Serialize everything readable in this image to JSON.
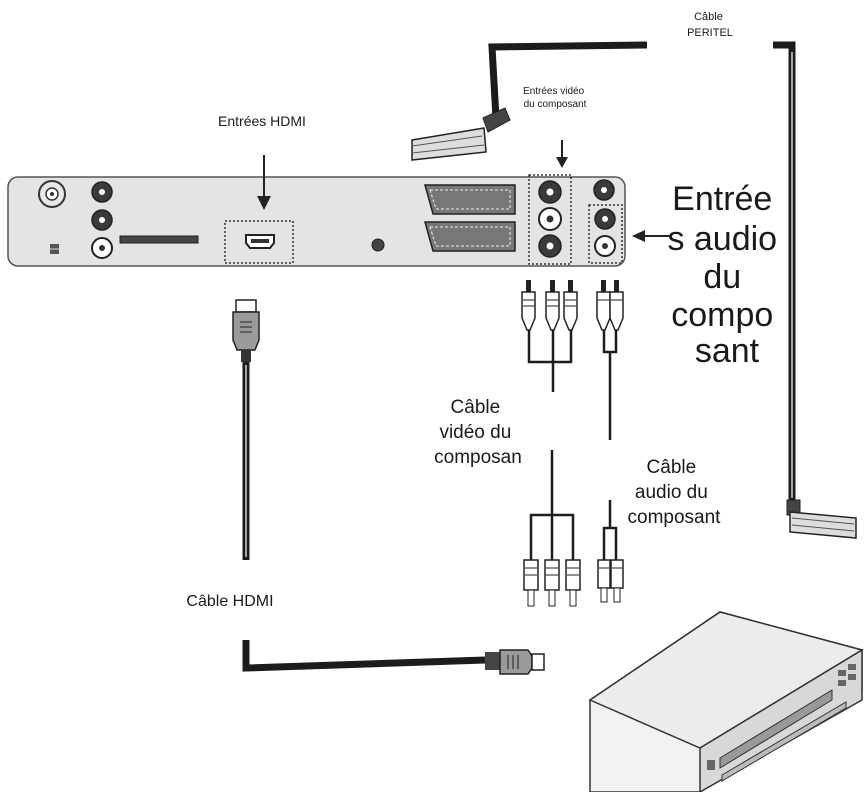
{
  "labels": {
    "peritel_cable": [
      "Câble",
      "PERITEL"
    ],
    "component_video_inputs": [
      "Entrées vidéo",
      "du composant"
    ],
    "hdmi_inputs": "Entrées HDMI",
    "component_audio_inputs": [
      "Entrée",
      "s audio",
      "du",
      "compo",
      "sant"
    ],
    "component_video_cable": [
      "Câble",
      "vidéo du",
      "composan"
    ],
    "component_audio_cable": [
      "Câble",
      "audio du",
      "composant"
    ],
    "hdmi_cable": "Câble HDMI"
  },
  "colors": {
    "panel_fill": "#e4e4e4",
    "cable": "#1c1c1c",
    "jack_dark": "#3a3a3a",
    "jack_light": "#ffffff"
  }
}
